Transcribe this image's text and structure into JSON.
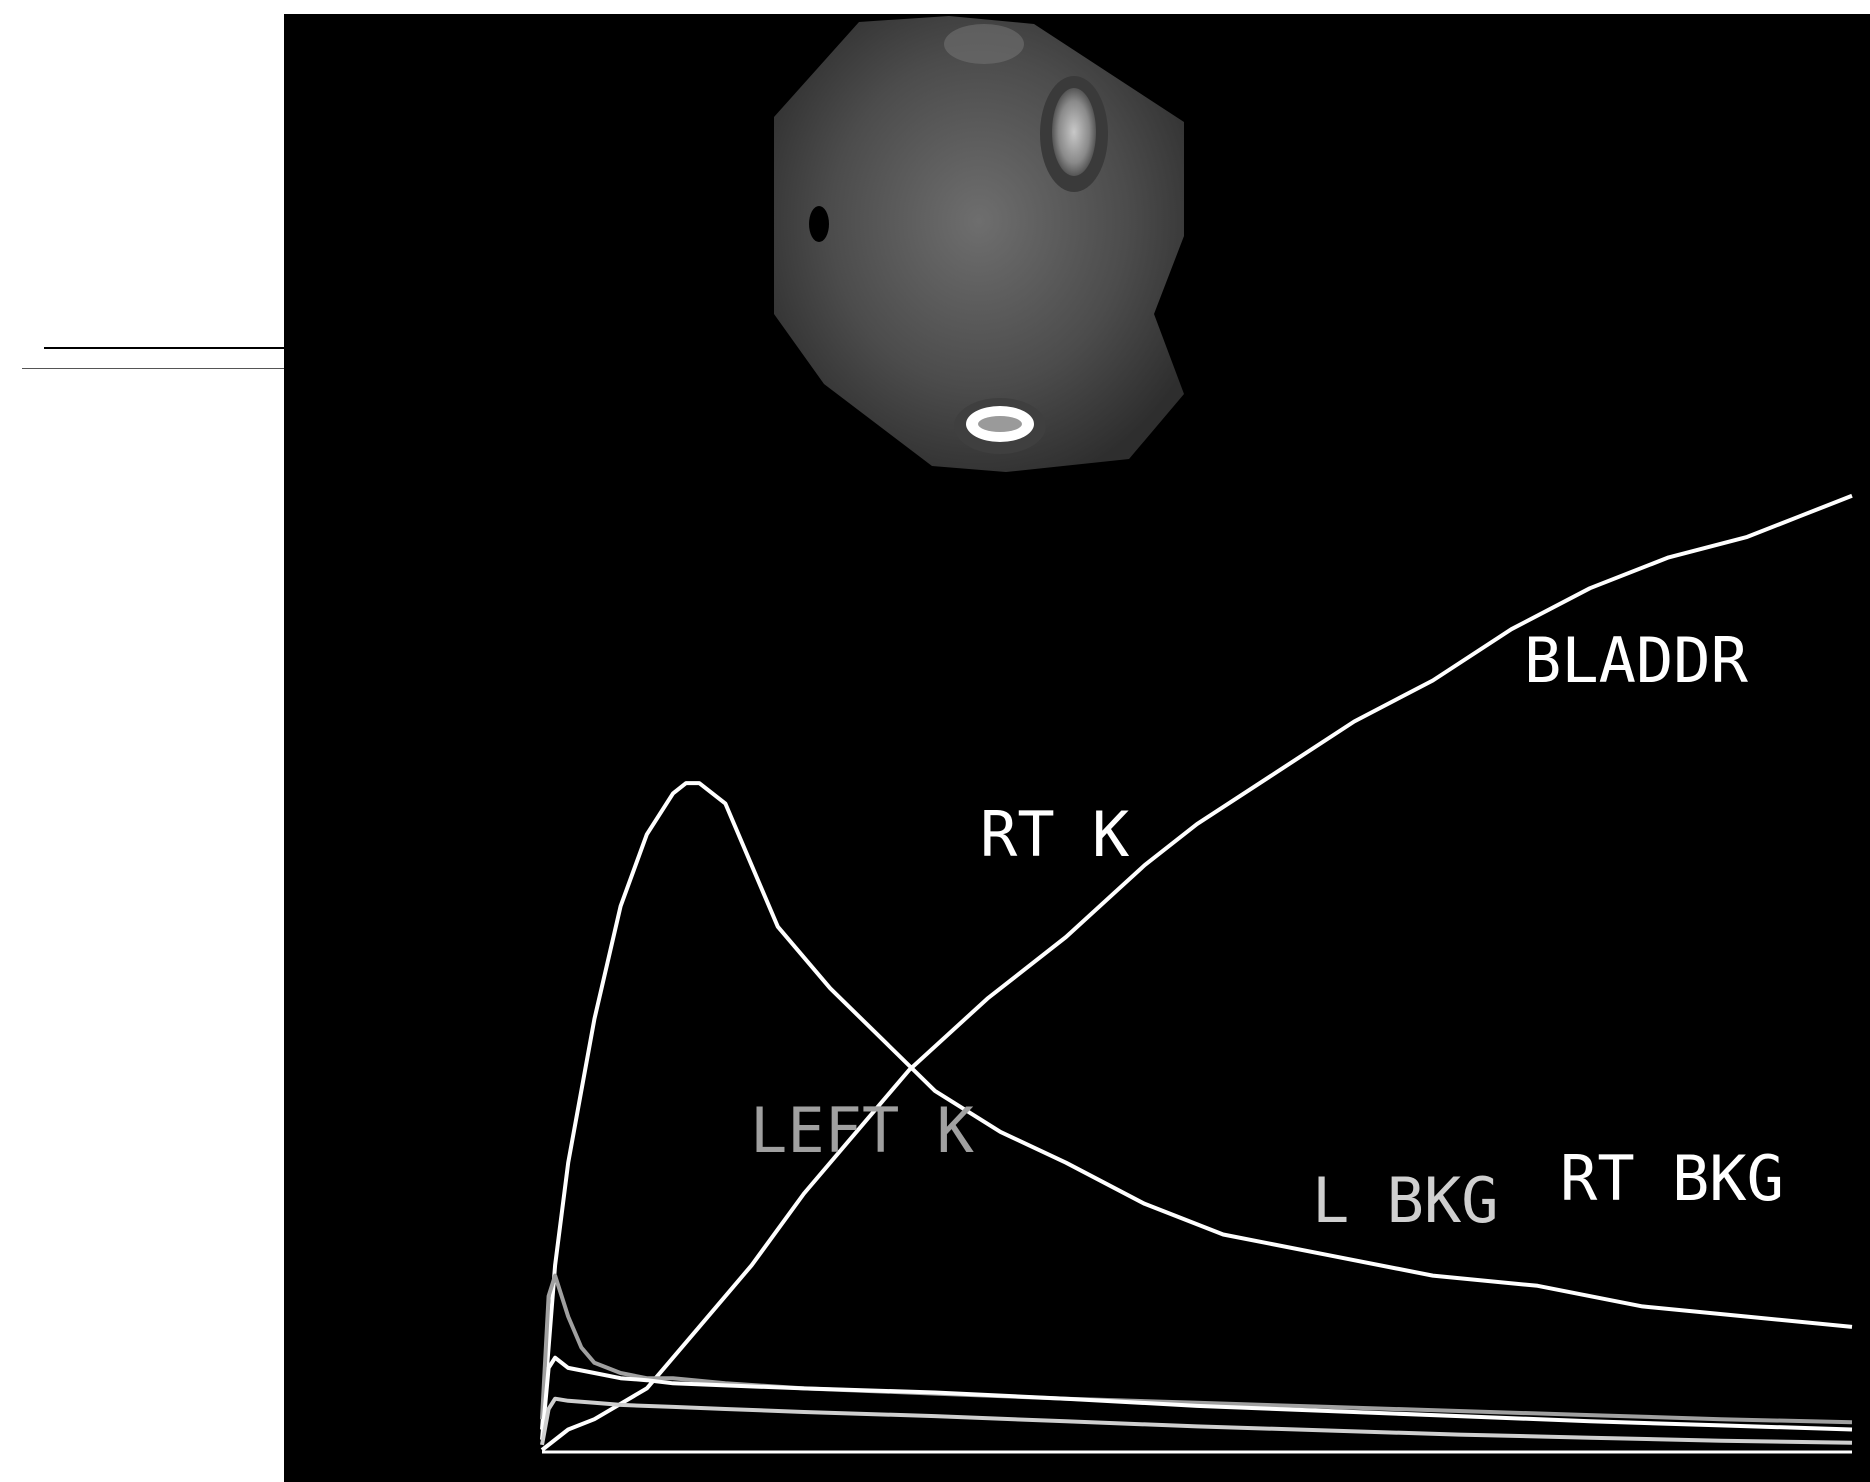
{
  "chart_data": {
    "type": "line",
    "title": "",
    "xlabel": "",
    "ylabel": "",
    "grid": false,
    "legend": "inline labels",
    "xlim": [
      0,
      100
    ],
    "ylim": [
      0,
      100
    ],
    "series": [
      {
        "name": "BLADDR",
        "color": "#ffffff",
        "x": [
          0,
          2,
          4,
          8,
          12,
          16,
          20,
          24,
          28,
          34,
          40,
          46,
          50,
          56,
          62,
          68,
          74,
          80,
          86,
          92,
          96,
          100
        ],
        "y": [
          0,
          2,
          3,
          6,
          12,
          18,
          25,
          31,
          37,
          44,
          50,
          57,
          61,
          66,
          71,
          75,
          80,
          84,
          87,
          89,
          91,
          93
        ]
      },
      {
        "name": "RT K",
        "color": "#ffffff",
        "x": [
          0,
          0.5,
          1,
          2,
          3,
          4,
          6,
          8,
          10,
          11,
          12,
          14,
          16,
          18,
          22,
          26,
          30,
          35,
          40,
          46,
          52,
          60,
          68,
          76,
          84,
          92,
          100
        ],
        "y": [
          2,
          10,
          18,
          28,
          35,
          42,
          53,
          60,
          64,
          65,
          65,
          63,
          57,
          51,
          45,
          40,
          35,
          31,
          28,
          24,
          21,
          19,
          17,
          16,
          14,
          13,
          12
        ]
      },
      {
        "name": "LEFT K",
        "color": "#a0a0a0",
        "x": [
          0,
          0.5,
          1,
          2,
          3,
          4,
          6,
          8,
          10,
          14,
          20,
          30,
          40,
          50,
          60,
          70,
          80,
          90,
          100
        ],
        "y": [
          3,
          15,
          17,
          13,
          10,
          8.5,
          7.5,
          7,
          7,
          6.5,
          6,
          5.5,
          5,
          4.6,
          4.2,
          3.8,
          3.4,
          3,
          2.7
        ]
      },
      {
        "name": "RT BKG",
        "color": "#ffffff",
        "x": [
          0,
          0.5,
          1,
          2,
          4,
          6,
          8,
          10,
          14,
          20,
          30,
          40,
          50,
          60,
          70,
          80,
          90,
          100
        ],
        "y": [
          1,
          8,
          9,
          8,
          7.5,
          7,
          6.8,
          6.5,
          6.3,
          6,
          5.6,
          5,
          4.3,
          3.8,
          3.3,
          2.8,
          2.4,
          2
        ]
      },
      {
        "name": "L BKG",
        "color": "#cfcfcf",
        "x": [
          0,
          0.5,
          1,
          2,
          4,
          6,
          10,
          14,
          20,
          30,
          40,
          50,
          60,
          70,
          80,
          90,
          100
        ],
        "y": [
          0.5,
          4,
          5,
          4.8,
          4.6,
          4.4,
          4.2,
          4,
          3.7,
          3.3,
          2.8,
          2.3,
          1.9,
          1.5,
          1.2,
          0.9,
          0.7
        ]
      }
    ],
    "annotations": [
      {
        "text": "BLADDR",
        "color": "#ffffff"
      },
      {
        "text": "RT K",
        "color": "#ffffff"
      },
      {
        "text": "LEFT K",
        "color": "#a0a0a0"
      },
      {
        "text": "RT BKG",
        "color": "#ffffff"
      },
      {
        "text": "L BKG",
        "color": "#cfcfcf"
      }
    ]
  }
}
